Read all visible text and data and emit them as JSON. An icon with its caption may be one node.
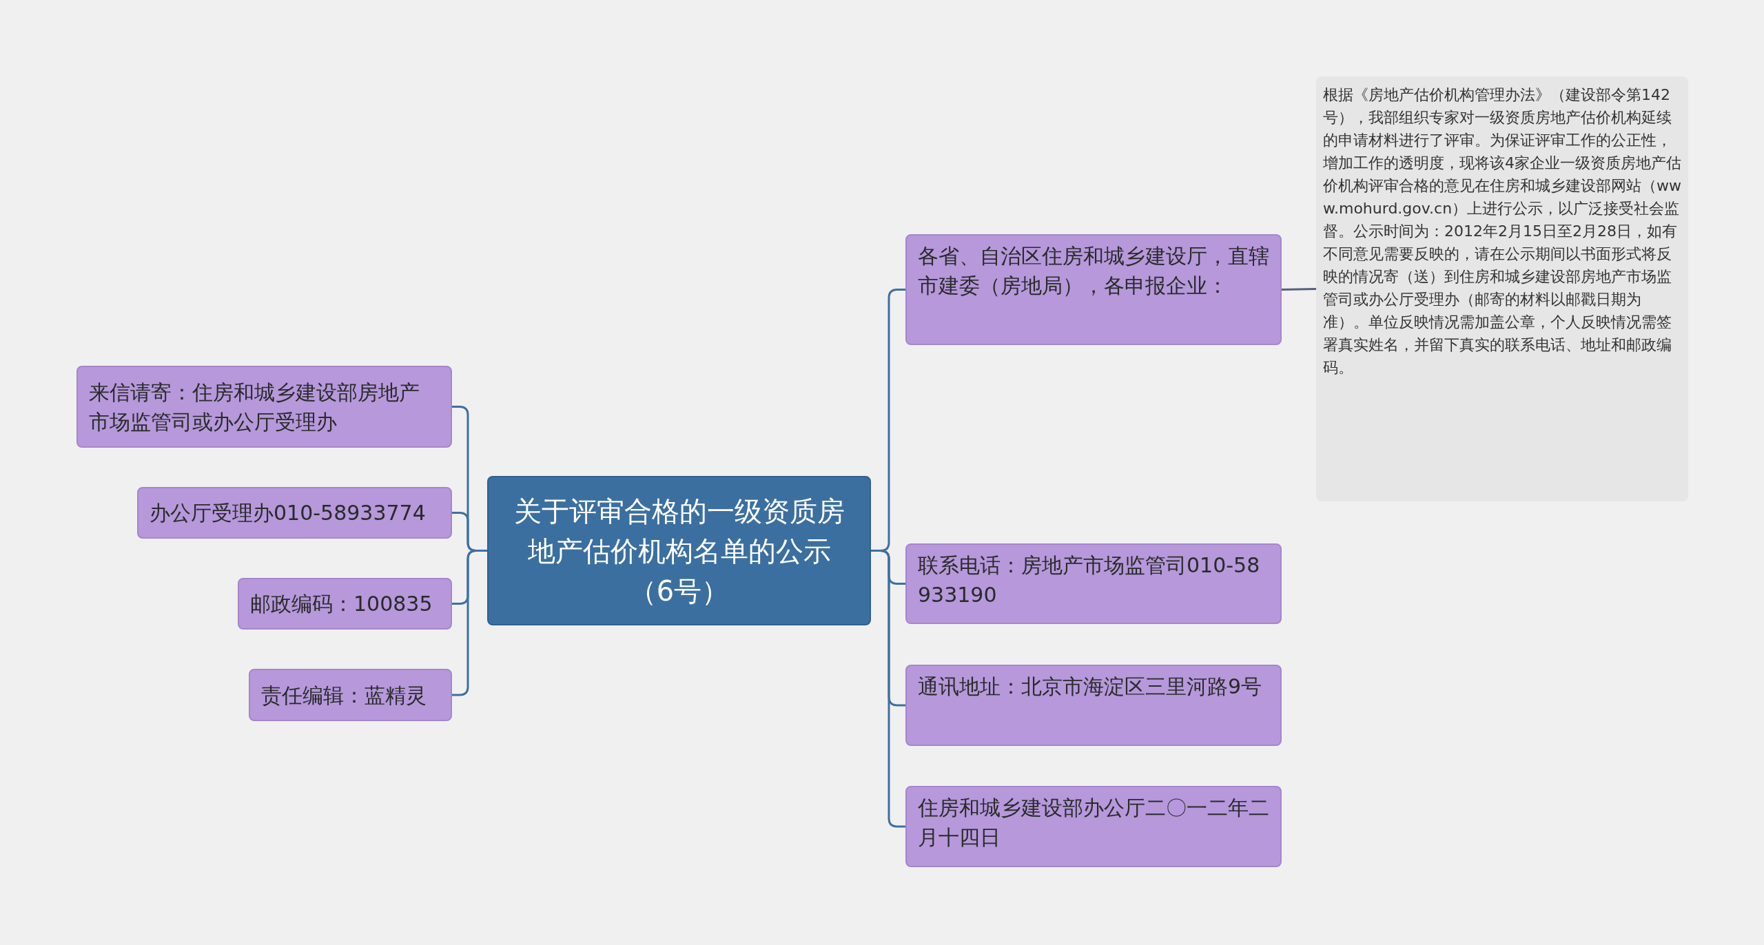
{
  "diagram": {
    "nodes": [
      {
        "text": [
          "关于评审合格的一级资质房地产估价机构名单的公示（6号）"
        ]
      },
      {
        "text": [
          "来信请寄：住房和城乡建设部房地产市场监管司或办公厅受理办"
        ]
      },
      {
        "text": [
          "办公厅受理办010-58933774"
        ]
      },
      {
        "text": [
          "邮政编码：100835"
        ]
      },
      {
        "text": [
          "责任编辑：蓝精灵"
        ]
      },
      {
        "text": [
          "各省、自治区住房和城乡建设厅，直辖市建委（房地局），各申报企业："
        ]
      },
      {
        "text": [
          "联系电话：房地产市场监管司010-58933190"
        ]
      },
      {
        "text": [
          "通讯地址：北京市海淀区三里河路9号"
        ]
      },
      {
        "text": [
          "住房和城乡建设部办公厅二〇一二年二月十四日"
        ]
      },
      {
        "text": [
          "根据《房地产估价机构管理办法》（建设部令第142号），我部组织专家对一级资质房地产估价机构延续的申请材料进行了评审。为保证评审工作的公正性，增加工作的透明度，现将该4家企业一级资质房地产估价机构评审合格的意见在住房和城乡建设部网站（www.mohurd.gov.cn）上进行公示，以广泛接受社会监督。公示时间为：2012年2月15日至2月28日，如有不同意见需要反映的，请在公示期间以书面形式将反映的情况寄（送）到住房和城乡建设部房地产市场监管司或办公厅受理办（邮寄的材料以邮戳日期为准）。单位反映情况需加盖公章，个人反映情况需签署真实姓名，并留下真实的联系电话、地址和邮政编码。"
        ]
      }
    ],
    "edges": [
      {
        "from": 0,
        "to": 1,
        "arrow": "none"
      },
      {
        "from": 0,
        "to": 2,
        "arrow": "none"
      },
      {
        "from": 0,
        "to": 3,
        "arrow": "none"
      },
      {
        "from": 0,
        "to": 4,
        "arrow": "none"
      },
      {
        "from": 0,
        "to": 5,
        "arrow": "none"
      },
      {
        "from": 0,
        "to": 6,
        "arrow": "none"
      },
      {
        "from": 0,
        "to": 7,
        "arrow": "none"
      },
      {
        "from": 0,
        "to": 8,
        "arrow": "none"
      },
      {
        "from": 5,
        "to": 9,
        "arrow": "none",
        "color": "#55607a"
      }
    ]
  }
}
